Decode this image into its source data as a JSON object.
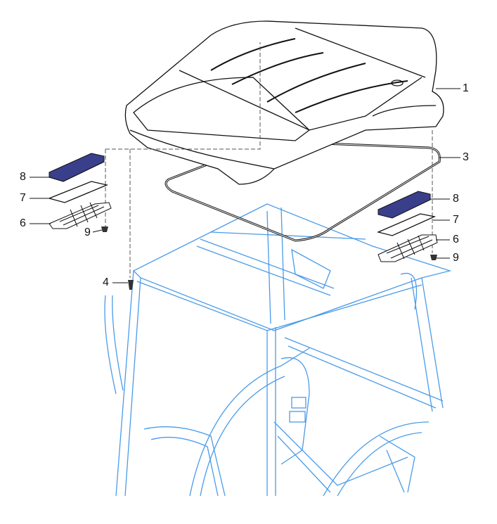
{
  "diagram": {
    "callouts": [
      {
        "id": "roof",
        "label": "1"
      },
      {
        "id": "seal",
        "label": "3"
      },
      {
        "id": "filter-left",
        "label": "8"
      },
      {
        "id": "filter-sheet-left",
        "label": "7"
      },
      {
        "id": "filter-grid-left",
        "label": "6"
      },
      {
        "id": "fastener-left",
        "label": "9"
      },
      {
        "id": "bolt",
        "label": "4"
      },
      {
        "id": "filter-right",
        "label": "8"
      },
      {
        "id": "filter-sheet-right",
        "label": "7"
      },
      {
        "id": "filter-grid-right",
        "label": "6"
      },
      {
        "id": "fastener-right",
        "label": "9"
      }
    ],
    "colors": {
      "outline": "#111111",
      "cab_frame": "#4a9be8",
      "filter": "#3a3f8c"
    }
  }
}
